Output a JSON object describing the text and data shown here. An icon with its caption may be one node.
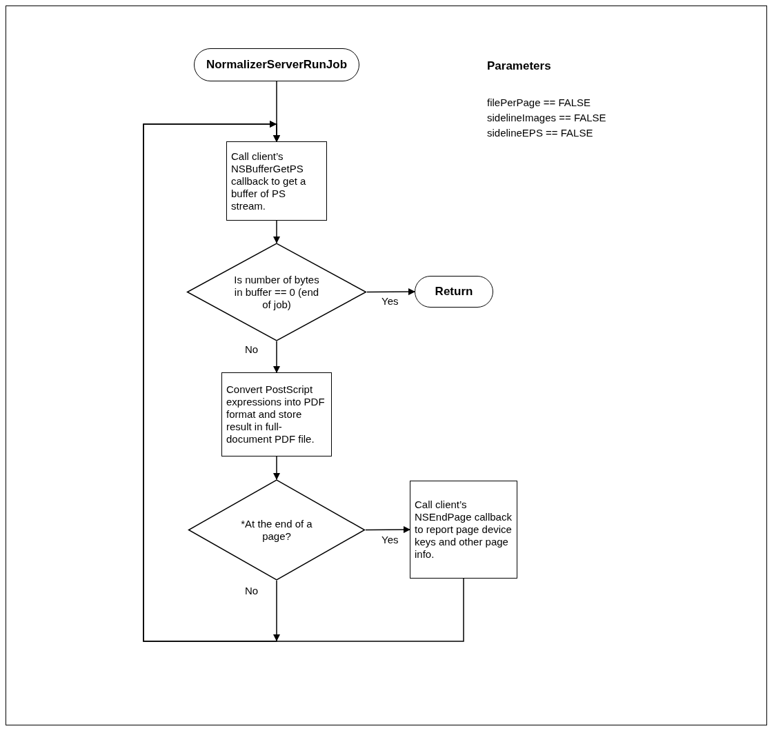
{
  "diagram": {
    "nodes": [
      {
        "text": [
          "NormalizerServerRunJob"
        ]
      },
      {
        "text": [
          "Call client’s NSBufferGetPS callback to get a buffer of PS stream."
        ]
      },
      {
        "text": [
          "Is number of bytes in buffer == 0 (end of job)"
        ]
      },
      {
        "text": [
          "Return"
        ]
      },
      {
        "text": [
          "Convert PostScript expressions into PDF format and store result in full-document PDF file."
        ]
      },
      {
        "text": [
          "*At the end of a page?"
        ]
      },
      {
        "text": [
          "Call client’s NSEndPage callback to report page device keys and other page info."
        ]
      }
    ],
    "edges": [
      {
        "from": 0,
        "to": 1,
        "arrow": "to"
      },
      {
        "from": 1,
        "to": 2,
        "arrow": "to"
      },
      {
        "from": 2,
        "to": 3,
        "arrow": "to",
        "label": "Yes"
      },
      {
        "from": 2,
        "to": 4,
        "arrow": "to",
        "label": "No"
      },
      {
        "from": 4,
        "to": 5,
        "arrow": "to"
      },
      {
        "from": 5,
        "to": 6,
        "arrow": "to",
        "label": "Yes"
      },
      {
        "from": 5,
        "to": 1,
        "arrow": "to",
        "label": "No"
      },
      {
        "from": 6,
        "to": 1,
        "arrow": "to"
      }
    ],
    "labels": [
      "Parameters",
      "filePerPage == FALSE",
      "sidelineImages == FALSE",
      "sidelineEPS == FALSE"
    ]
  }
}
